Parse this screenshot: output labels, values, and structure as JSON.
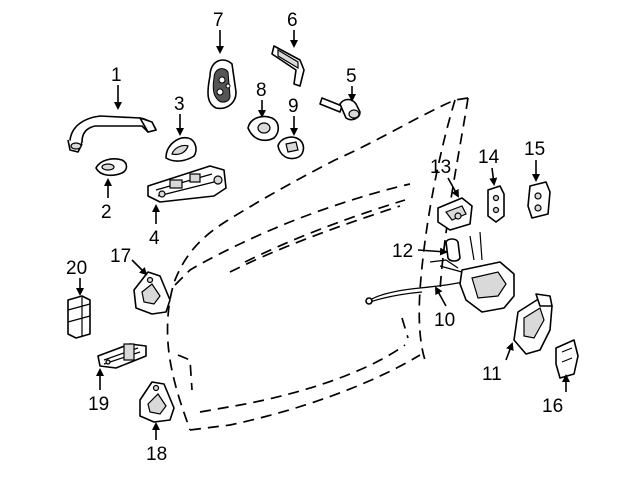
{
  "callouts": {
    "c1": "1",
    "c2": "2",
    "c3": "3",
    "c4": "4",
    "c5": "5",
    "c6": "6",
    "c7": "7",
    "c8": "8",
    "c9": "9",
    "c10": "10",
    "c11": "11",
    "c12": "12",
    "c13": "13",
    "c14": "14",
    "c15": "15",
    "c16": "16",
    "c17": "17",
    "c18": "18",
    "c19": "19",
    "c20": "20"
  },
  "colors": {
    "line": "#000000",
    "background": "#ffffff",
    "shade": "#d9d9d9"
  }
}
